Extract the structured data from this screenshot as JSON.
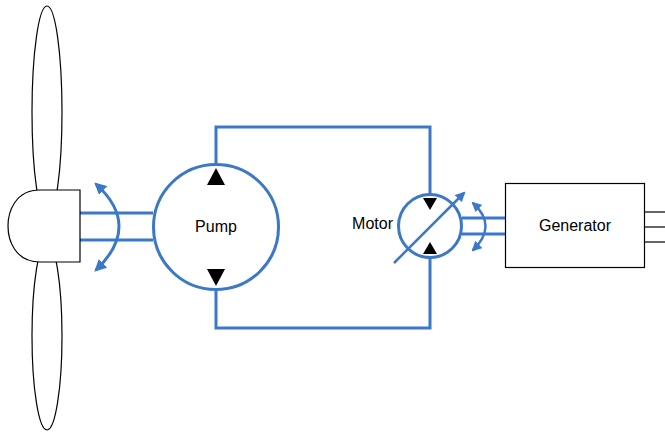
{
  "diagram": {
    "nodes": [
      {
        "text": [
          "Pump"
        ]
      },
      {
        "text": [
          "Motor"
        ]
      },
      {
        "text": [
          "Generator"
        ]
      }
    ],
    "edges": [
      {
        "from": 0,
        "to": 1,
        "arrow": "none"
      },
      {
        "from": 0,
        "to": 1,
        "arrow": "none"
      },
      {
        "from": 1,
        "to": 2,
        "arrow": "none"
      }
    ]
  }
}
